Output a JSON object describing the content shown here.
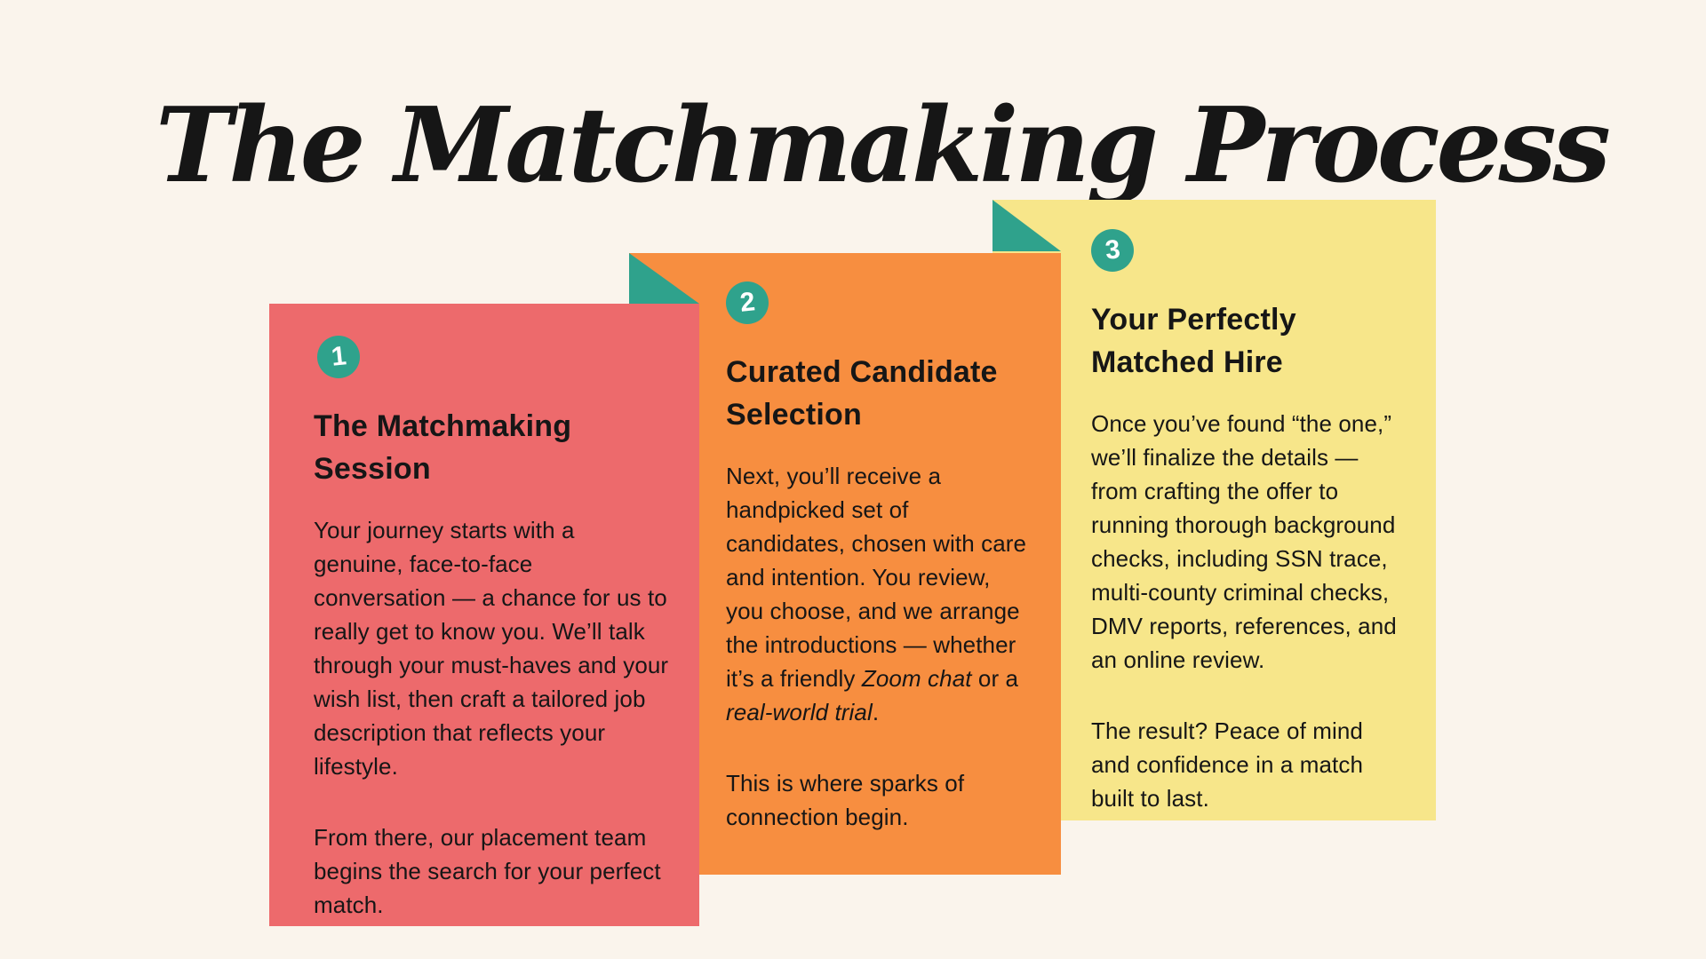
{
  "title": "The Matchmaking Process",
  "colors": {
    "background": "#FAF4EC",
    "ink": "#161616",
    "accent_teal": "#2FA28C",
    "badge_number": "#FFFFFF",
    "card_red": "#ED6A6C",
    "card_orange": "#F78E40",
    "card_yellow": "#F7E68A"
  },
  "cards": [
    {
      "number": "1",
      "title": "The Matchmaking Session",
      "p1": "Your journey starts with a genuine, face-to-face conversation — a chance for us to really get to know you. We’ll talk through your must-haves and your wish list, then craft a tailored job description that reflects your lifestyle.",
      "p2": "From there, our placement team begins the search for your perfect match."
    },
    {
      "number": "2",
      "title": "Curated Candidate Selection",
      "p1_parts": [
        {
          "t": "Next, you’ll receive a handpicked set of candidates, chosen with care and intention. You review, you choose, and we arrange the introductions — whether it’s a friendly "
        },
        {
          "t": "Zoom chat",
          "italic": true
        },
        {
          "t": " or a "
        },
        {
          "t": "real-world trial",
          "italic": true
        },
        {
          "t": "."
        }
      ],
      "p2": "This is where sparks of connection begin."
    },
    {
      "number": "3",
      "title": "Your Perfectly Matched Hire",
      "p1": "Once you’ve found “the one,” we’ll finalize the details — from crafting the offer to running thorough background checks, including SSN trace, multi-county criminal checks, DMV reports, references, and an online review.",
      "p2": "The result? Peace of mind and confidence in a match built to last."
    }
  ]
}
